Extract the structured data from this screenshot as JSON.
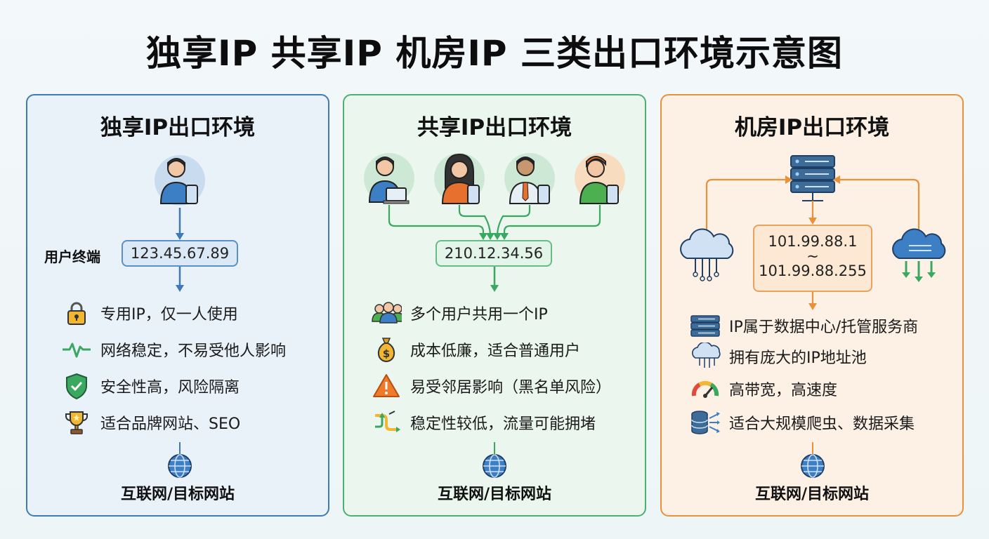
{
  "title": "独享IP 共享IP 机房IP 三类出口环境示意图",
  "panels": [
    {
      "title": "独享IP出口环境",
      "terminal_label": "用户终端",
      "ip": "123.45.67.89",
      "features": [
        "专用IP，仅一人使用",
        "网络稳定，不易受他人影响",
        "安全性高，风险隔离",
        "适合品牌网站、SEO"
      ],
      "feature_icons": [
        "lock-icon",
        "pulse-icon",
        "shield-check-icon",
        "trophy-icon"
      ],
      "destination": "互联网/目标网站",
      "accent": "#3f79b8"
    },
    {
      "title": "共享IP出口环境",
      "ip": "210.12.34.56",
      "features": [
        "多个用户共用一个IP",
        "成本低廉，适合普通用户",
        "易受邻居影响（黑名单风险）",
        "稳定性较低，流量可能拥堵"
      ],
      "feature_icons": [
        "users-group-icon",
        "money-bag-icon",
        "warning-icon",
        "congestion-arrows-icon"
      ],
      "destination": "互联网/目标网站",
      "accent": "#4caf73"
    },
    {
      "title": "机房IP出口环境",
      "ip_start": "101.99.88.1",
      "ip_sep": "~",
      "ip_end": "101.99.88.255",
      "features": [
        "IP属于数据中心/托管服务商",
        "拥有庞大的IP地址池",
        "高带宽，高速度",
        "适合大规模爬虫、数据采集"
      ],
      "feature_icons": [
        "server-rack-icon",
        "cloud-pool-icon",
        "speed-gauge-icon",
        "database-flow-icon"
      ],
      "destination": "互联网/目标网站",
      "accent": "#e8913b"
    }
  ]
}
